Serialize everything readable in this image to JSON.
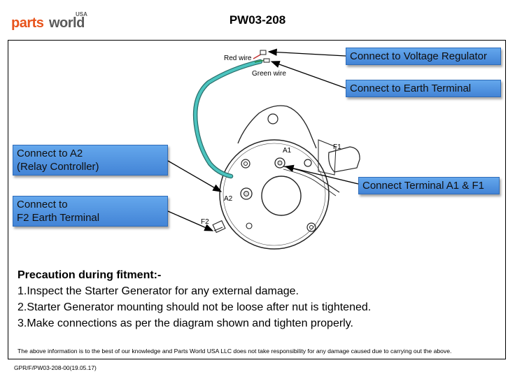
{
  "logo": {
    "parts": "parts",
    "world": "world",
    "usa": "USA"
  },
  "title": "PW03-208",
  "diagram_labels": {
    "red_wire": "Red wire",
    "green_wire": "Green wire",
    "a1": "A1",
    "f1": "F1",
    "a2": "A2",
    "f2": "F2"
  },
  "callouts": {
    "voltage_regulator": "Connect to Voltage Regulator",
    "earth_terminal": "Connect to Earth Terminal",
    "a2_line1": "Connect to A2",
    "a2_line2": "(Relay Controller)",
    "terminal_a1_f1": "Connect Terminal A1 & F1",
    "f2_line1": "Connect to",
    "f2_line2": "F2 Earth Terminal"
  },
  "precaution": {
    "title": "Precaution during fitment:-",
    "steps": [
      "1.Inspect the Starter Generator for any external damage.",
      "2.Starter Generator mounting should not be loose after nut  is tightened.",
      "3.Make connections as per the diagram shown and tighten properly."
    ]
  },
  "disclaimer": "The above information is to the best of our knowledge and Parts World USA LLC does not take responsibility for any damage caused due to carrying out the above.",
  "footer_code": "GPR/F/PW03-208-00(19.05.17)",
  "colors": {
    "brand_orange": "#e8541c",
    "callout_blue": "#4f8fe0",
    "wire_teal": "#3fb8b4"
  }
}
